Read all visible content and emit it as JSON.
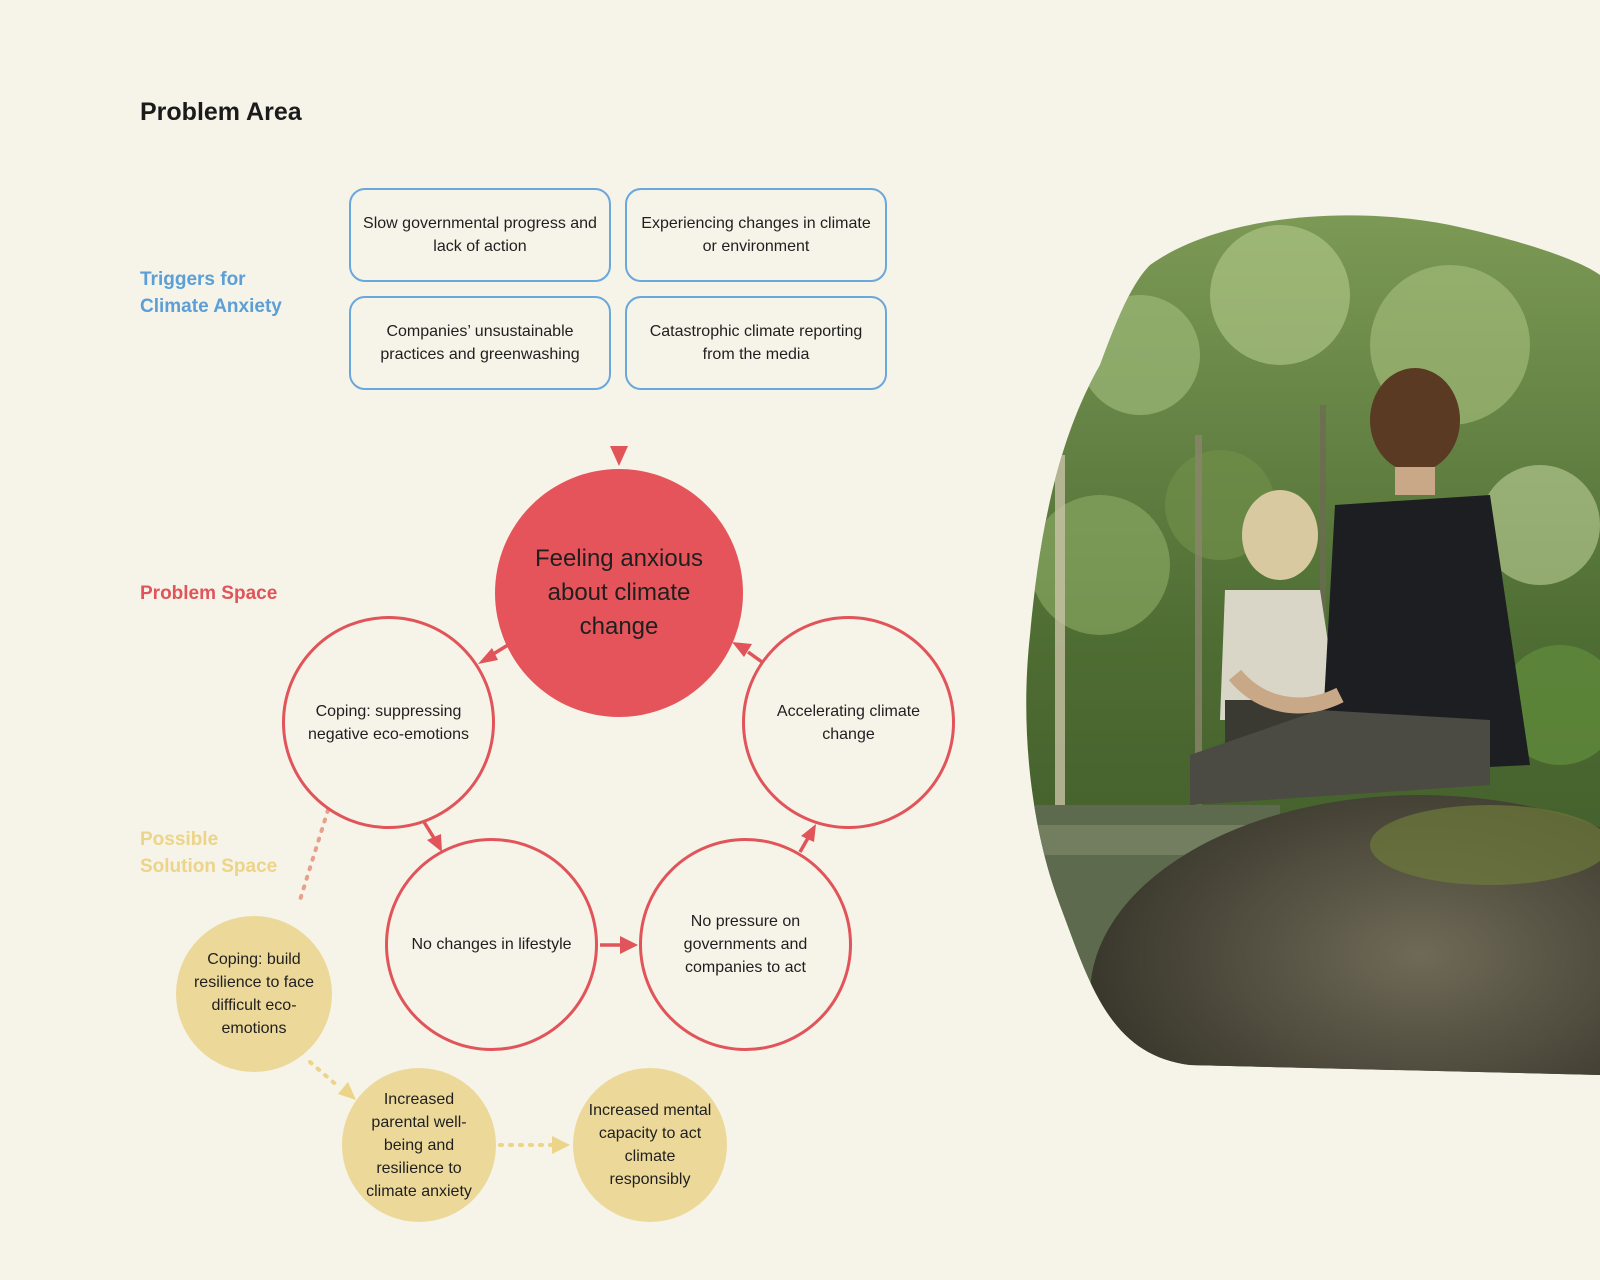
{
  "title": "Problem Area",
  "labels": {
    "triggers": [
      "Triggers for",
      "Climate Anxiety"
    ],
    "problem": "Problem Space",
    "solution": [
      "Possible",
      "Solution Space"
    ]
  },
  "triggers": [
    "Slow governmental progress and lack of action",
    "Experiencing changes in climate or environment",
    "Companies’ unsustainable practices and greenwashing",
    "Catastrophic climate reporting from the media"
  ],
  "center": "Feeling anxious about climate change",
  "cycle": {
    "coping": "Coping: suppressing negative eco-emotions",
    "lifestyle": "No changes in lifestyle",
    "pressure": "No pressure on governments and companies to act",
    "accelerating": "Accelerating climate change"
  },
  "solutions": {
    "build": "Coping: build resilience to face difficult eco-emotions",
    "wellbeing": "Increased parental well-being and resilience to climate anxiety",
    "capacity": "Increased mental capacity to act climate responsibly"
  },
  "colors": {
    "trigger": "#6aa7dc",
    "problem": "#e0545a",
    "solution": "#ecd99a",
    "background": "#f6f3e8"
  }
}
